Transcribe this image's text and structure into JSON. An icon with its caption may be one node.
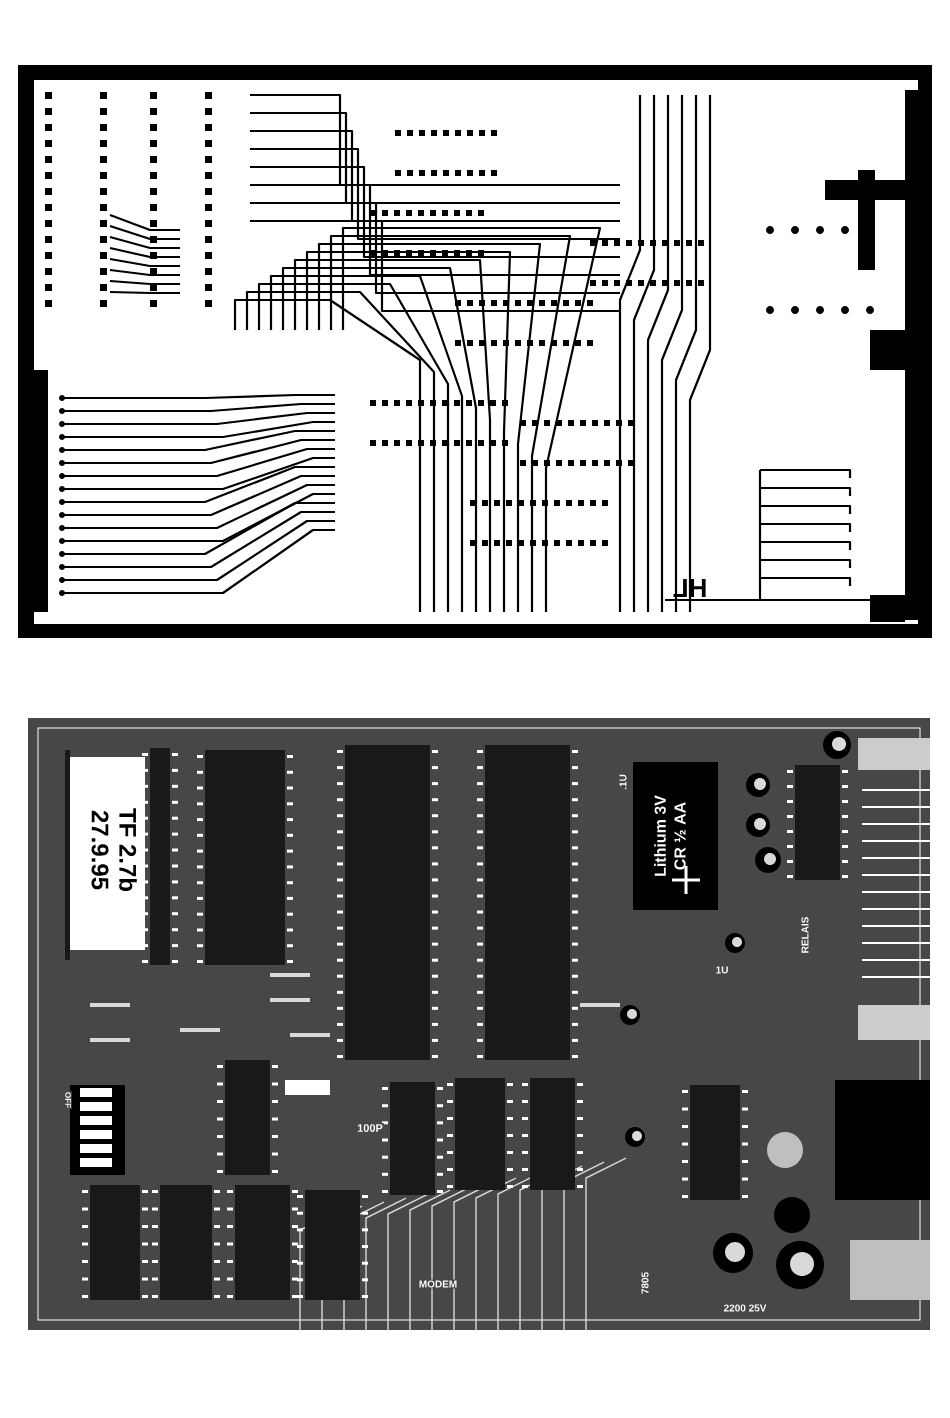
{
  "diagram": {
    "labels": [
      "HL",
      "TF 2.7b",
      "27.9.95",
      ".1U",
      "Lithium 3V",
      "CR ½ AA",
      "1U",
      "RELAIS",
      "OFF",
      "100P",
      "MODEM",
      "7805",
      "2200 25V"
    ]
  }
}
